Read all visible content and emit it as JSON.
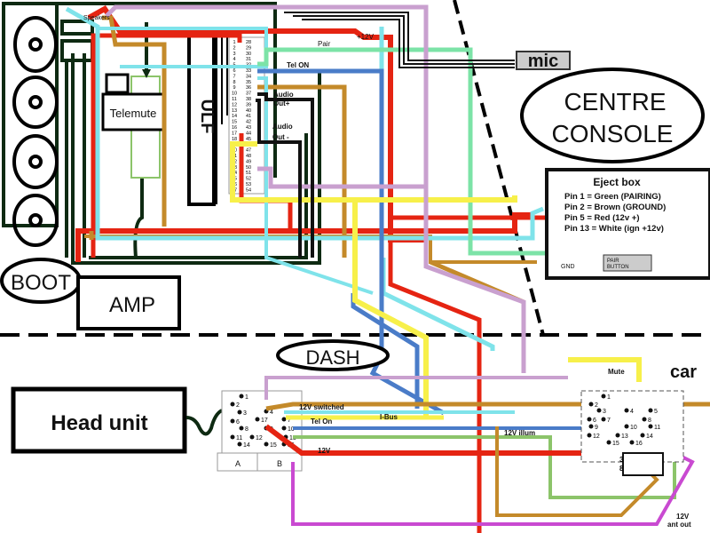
{
  "diagram": {
    "colors": {
      "red": "#e52412",
      "brown": "#c48a2a",
      "cyan": "#7fe3ea",
      "green": "#7ce3a7",
      "olive_green": "#8cc46a",
      "blue": "#4a7cc8",
      "yellow": "#f7f04a",
      "purple": "#c9a0cf",
      "magenta": "#c94ad1",
      "black": "#111111",
      "dark_green": "#0e2a12"
    },
    "zones": {
      "boot": "BOOT",
      "dash": "DASH",
      "centre_console_line1": "CENTRE",
      "centre_console_line2": "CONSOLE"
    },
    "components": {
      "amp": "AMP",
      "telemute": "Telemute",
      "ulf": "ULF",
      "mic": "mic",
      "head_unit": "Head unit",
      "car": "car",
      "speakers": "Speakers",
      "connector_a": "A",
      "connector_b": "B"
    },
    "ulf_pins": {
      "left": [
        "1",
        "2",
        "3",
        "4",
        "5",
        "6",
        "7",
        "8",
        "9",
        "10",
        "11",
        "12",
        "13",
        "14",
        "15",
        "16",
        "17",
        "18",
        "19",
        "20",
        "21",
        "22",
        "23",
        "24",
        "25",
        "26",
        "27"
      ],
      "right": [
        "28",
        "29",
        "30",
        "31",
        "32",
        "33",
        "34",
        "35",
        "36",
        "37",
        "38",
        "39",
        "40",
        "41",
        "42",
        "43",
        "44",
        "45",
        "46",
        "47",
        "48",
        "49",
        "50",
        "51",
        "52",
        "53",
        "54"
      ]
    },
    "wire_labels": {
      "plus12v": "+12V",
      "pair": "Pair",
      "tel_on": "Tel ON",
      "audio_out_plus_1": "Audio",
      "audio_out_plus_2": "Out+",
      "audio_out_minus_1": "Audio",
      "audio_out_minus_2": "Out -",
      "twelve_v_switched": "12V switched",
      "tel_on_dash": "Tel On",
      "ibus": "I-Bus",
      "twelve_v": "12V",
      "twelve_v_illum": "12V illum",
      "mute": "Mute",
      "ant_out_1": "12V",
      "ant_out_2": "ant out"
    },
    "eject_box": {
      "title": "Eject box",
      "pins": [
        "Pin 1 = Green (PAIRING)",
        "Pin 2 = Brown (GROUND)",
        "Pin 5 = Red (12v +)",
        "Pin 13 = White (ign +12v)"
      ],
      "gnd_label": "GND",
      "pair_button_1": "PAIR",
      "pair_button_2": "BUTTON"
    },
    "head_unit_connector_pins": [
      "1",
      "2",
      "3",
      "6",
      "8",
      "11",
      "12",
      "14",
      "4",
      "17",
      "7",
      "9",
      "10",
      "13",
      "15",
      "16"
    ],
    "car_connector_pins": [
      "1",
      "2",
      "3",
      "4",
      "5",
      "6",
      "7",
      "8",
      "9",
      "10",
      "11",
      "12",
      "13",
      "14",
      "15",
      "16"
    ],
    "car_connector_b_pins": [
      "3",
      "8"
    ]
  }
}
